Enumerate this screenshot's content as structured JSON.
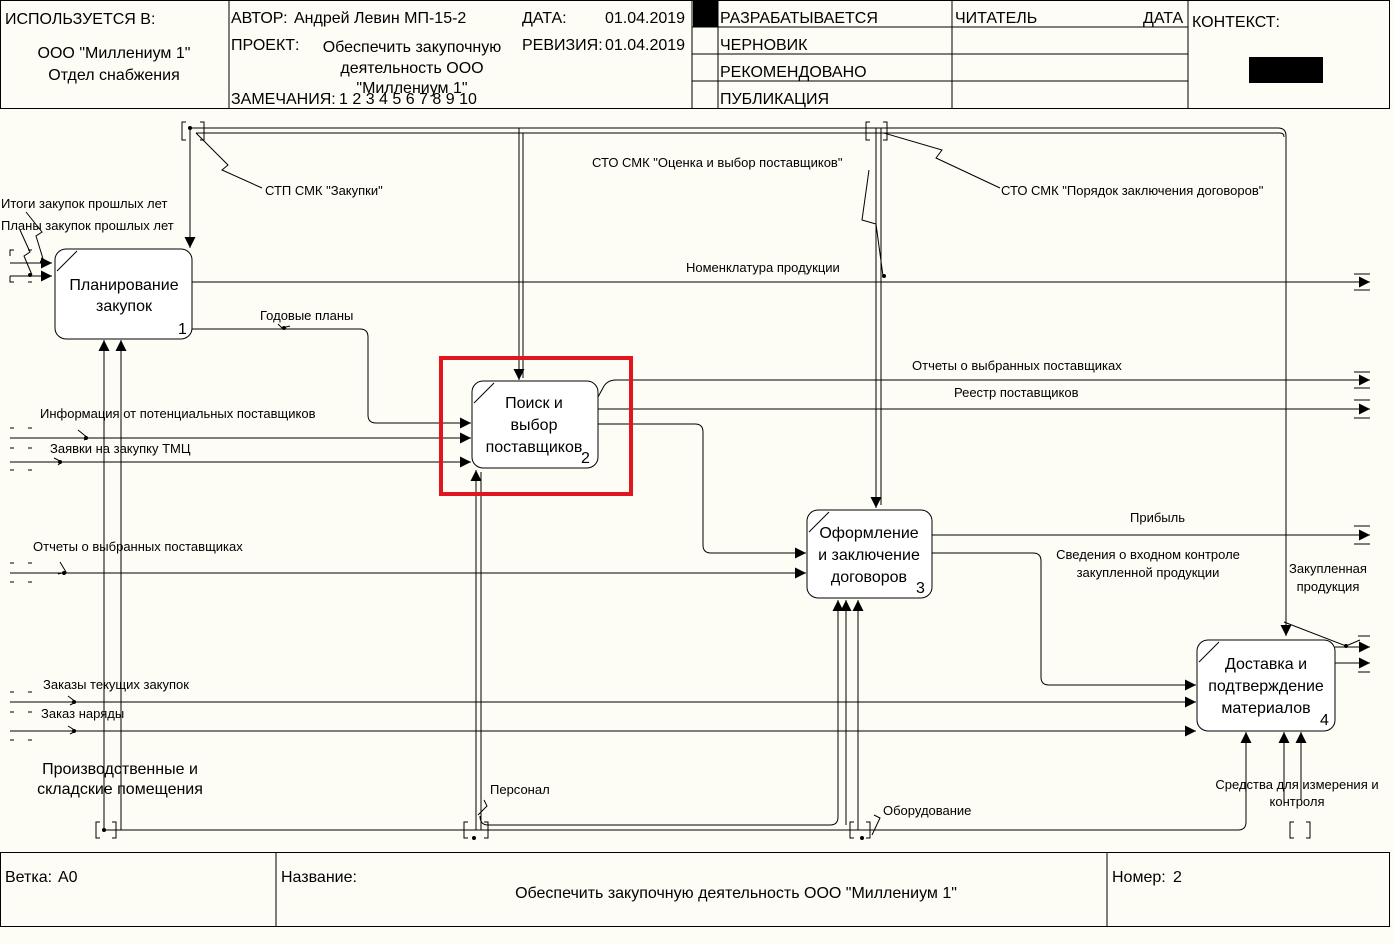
{
  "header": {
    "used_in_label": "ИСПОЛЬЗУЕТСЯ В:",
    "used_in_line1": "ООО \"Миллениум 1\"",
    "used_in_line2": "Отдел снабжения",
    "author_label": "АВТОР:",
    "author_value": "Андрей Левин МП-15-2",
    "project_label": "ПРОЕКТ:",
    "project_line1": "Обеспечить закупочную",
    "project_line2": "деятельность ООО",
    "project_line3": "\"Миллениум 1\"",
    "notes_label": "ЗАМЕЧАНИЯ:",
    "notes_value": "1 2 3 4 5 6 7 8 9 10",
    "date_label": "ДАТА:",
    "date_value": "01.04.2019",
    "revision_label": "РЕВИЗИЯ:",
    "revision_value": "01.04.2019",
    "status_working": "РАЗРАБАТЫВАЕТСЯ",
    "status_draft": "ЧЕРНОВИК",
    "status_recommended": "РЕКОМЕНДОВАНО",
    "status_publication": "ПУБЛИКАЦИЯ",
    "reader_label": "ЧИТАТЕЛЬ",
    "reader_date_label": "ДАТА",
    "context_label": "КОНТЕКСТ:"
  },
  "boxes": {
    "b1_line1": "Планирование",
    "b1_line2": "закупок",
    "b1_num": "1",
    "b2_line1": "Поиск и",
    "b2_line2": "выбор",
    "b2_line3": "поставщиков",
    "b2_num": "2",
    "b3_line1": "Оформление",
    "b3_line2": "и заключение",
    "b3_line3": "договоров",
    "b3_num": "3",
    "b4_line1": "Доставка и",
    "b4_line2": "подтверждение",
    "b4_line3": "материалов",
    "b4_num": "4"
  },
  "arrows": {
    "stp_purchases": "СТП СМК \"Закупки\"",
    "sto_supplier_eval": "СТО СМК \"Оценка и выбор поставщиков\"",
    "sto_contract_order": "СТО СМК \"Порядок заключения договоров\"",
    "results_prev": "Итоги закупок прошлых лет",
    "plans_prev": "Планы закупок прошлых лет",
    "nomenclature": "Номенклатура продукции",
    "annual_plans": "Годовые планы",
    "supplier_reports_out": "Отчеты о выбранных поставщиках",
    "supplier_registry": "Реестр поставщиков",
    "potential_info": "Информация от потенциальных поставщиков",
    "tmc_requests": "Заявки на закупку ТМЦ",
    "supplier_reports_in": "Отчеты о выбранных поставщиках",
    "profit": "Прибыль",
    "incoming_control_line1": "Сведения о входном контроле",
    "incoming_control_line2": "закупленной продукции",
    "purchased_line1": "Закупленная",
    "purchased_line2": "продукция",
    "current_orders": "Заказы текущих закупок",
    "work_orders": "Заказ наряды",
    "premises_line1": "Производственные и",
    "premises_line2": "складские помещения",
    "personnel": "Персонал",
    "equipment": "Оборудование",
    "measure_line1": "Средства для измерения и",
    "measure_line2": "контроля"
  },
  "footer": {
    "node_label": "Ветка:",
    "node_value": "A0",
    "title_label": "Название:",
    "title_value": "Обеспечить закупочную деятельность ООО \"Миллениум 1\"",
    "number_label": "Номер:",
    "number_value": "2"
  },
  "colors": {
    "highlight": "#e0151d",
    "background": "#fdfdf5",
    "line": "#000000"
  }
}
